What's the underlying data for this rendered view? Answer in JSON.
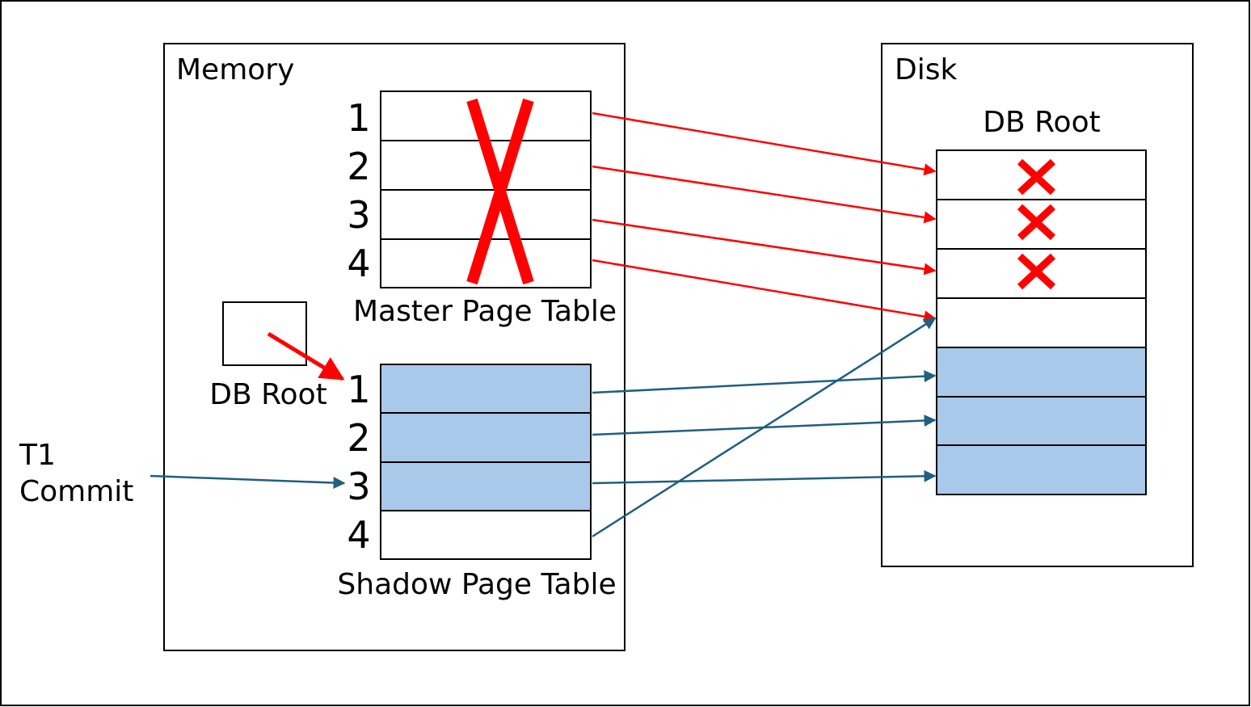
{
  "memory": {
    "label": "Memory",
    "master_table": {
      "rows": [
        "1",
        "2",
        "3",
        "4"
      ],
      "caption": "Master Page Table"
    },
    "shadow_table": {
      "rows": [
        "1",
        "2",
        "3",
        "4"
      ],
      "caption": "Shadow Page Table"
    },
    "db_root_label": "DB Root"
  },
  "disk": {
    "label": "Disk",
    "db_root_label": "DB Root"
  },
  "transaction": {
    "line1": "T1",
    "line2": "Commit"
  },
  "colors": {
    "red": "#ff0000",
    "blue_arrow": "#1f5f7f",
    "shaded": "#a9c9ea"
  }
}
